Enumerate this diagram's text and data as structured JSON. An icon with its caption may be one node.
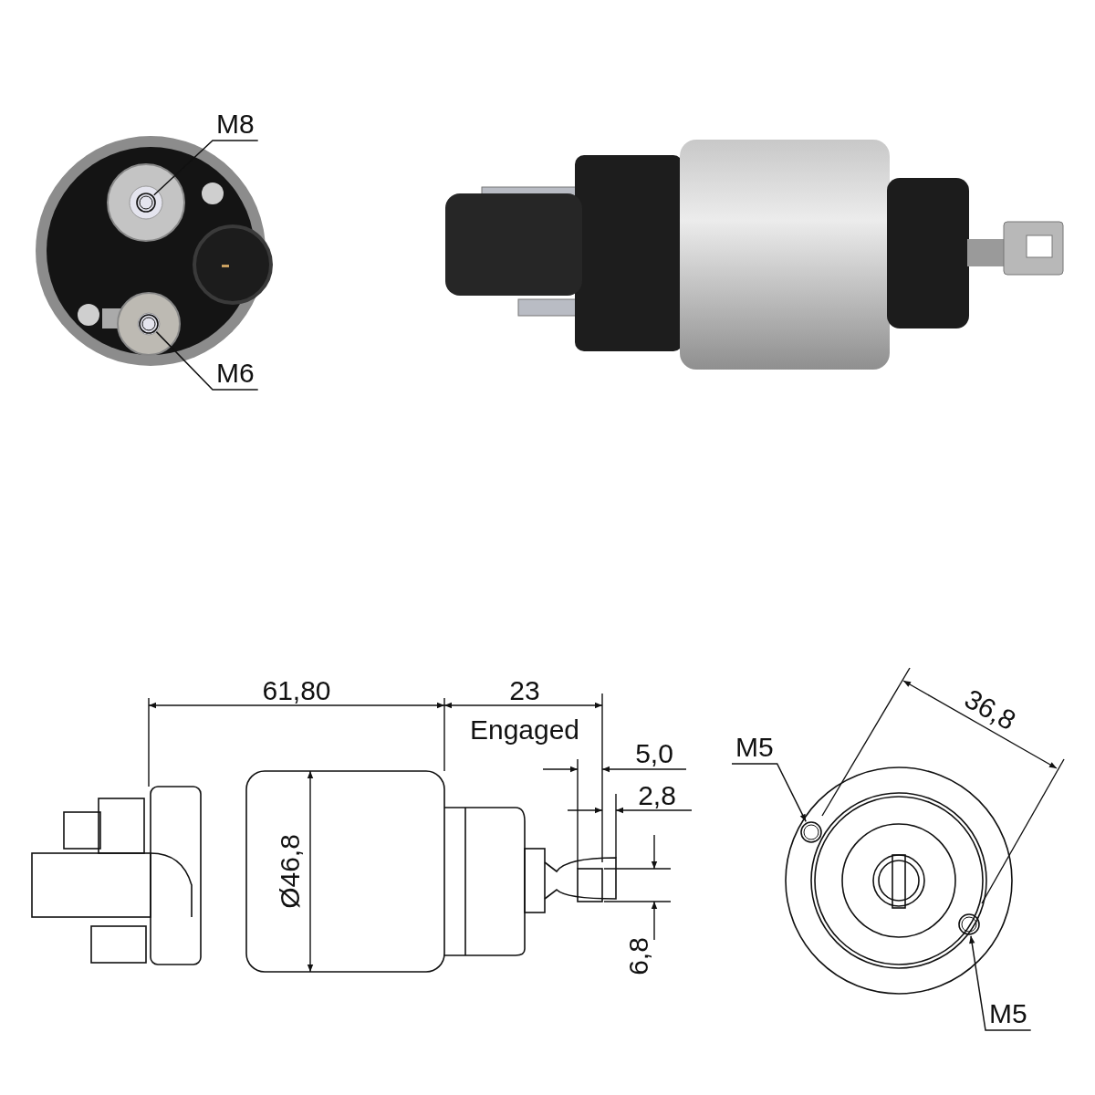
{
  "diagram": {
    "nodes": [
      {
        "text": [
          "M8"
        ]
      },
      {
        "text": [],
        "shape": "circle"
      },
      {
        "text": [
          "M6"
        ]
      },
      {
        "text": [],
        "shape": "circle"
      },
      {
        "text": [
          "M5"
        ]
      },
      {
        "text": [],
        "shape": "circle"
      },
      {
        "text": [
          "M5"
        ]
      },
      {
        "text": [],
        "shape": "circle"
      }
    ],
    "edges": [
      {
        "from": 0,
        "to": 1,
        "arrow": "none"
      },
      {
        "from": 2,
        "to": 3,
        "arrow": "none"
      },
      {
        "from": 4,
        "to": 5,
        "arrow": "to"
      },
      {
        "from": 6,
        "to": 7,
        "arrow": "to"
      }
    ],
    "labels": [
      "61,80",
      "23",
      "36,8",
      "Engaged",
      "5,0",
      "2,8",
      "Ø46,8",
      "6,8"
    ]
  }
}
